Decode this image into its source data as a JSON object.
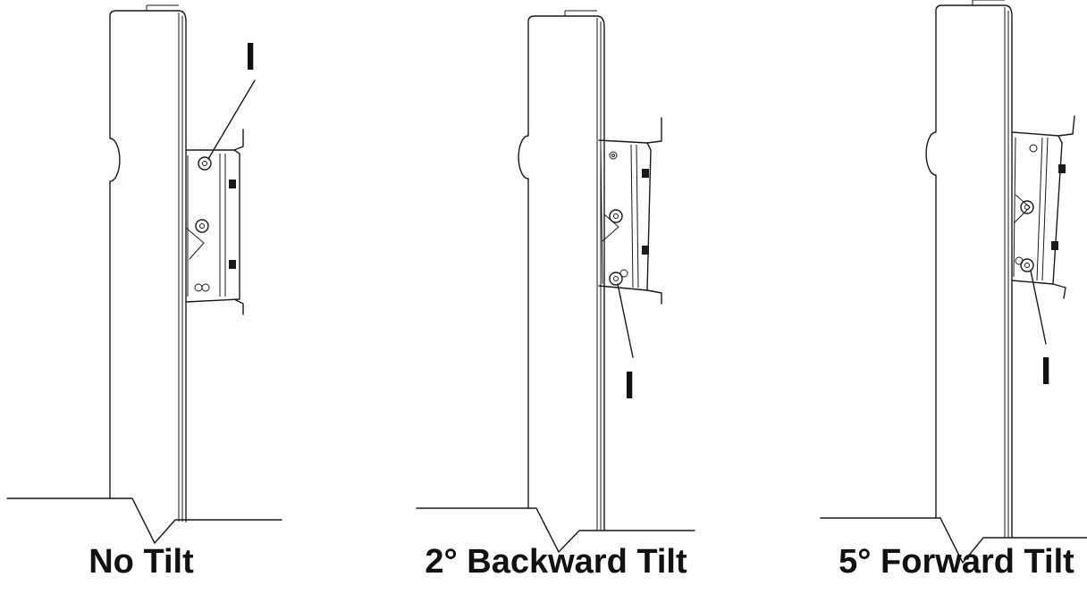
{
  "panels": [
    {
      "caption": "No Tilt",
      "part_label": "I"
    },
    {
      "caption": "2°  Backward Tilt",
      "part_label": "I"
    },
    {
      "caption": "5°  Forward Tilt",
      "part_label": "I"
    }
  ]
}
